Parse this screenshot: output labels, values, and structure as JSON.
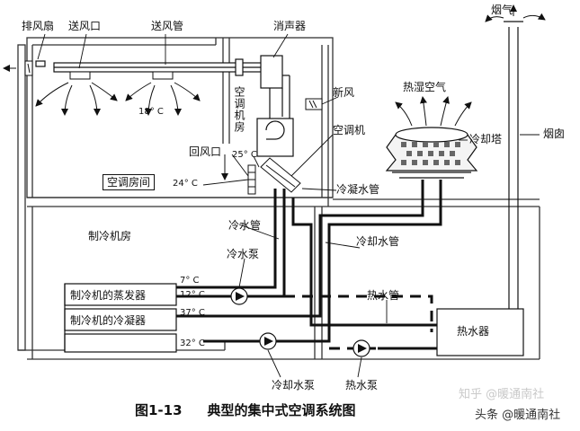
{
  "labels": {
    "exhaust_fan": "排风扇",
    "supply_outlet": "送风口",
    "supply_duct": "送风管",
    "muffler": "消声器",
    "smoke": "烟气",
    "fresh_air": "新风",
    "hot_humid_air": "热湿空气",
    "ac_room_vertical": "空调机房",
    "ac_unit": "空调机",
    "cooling_tower": "冷却塔",
    "chimney": "烟囱",
    "return_outlet": "回风口",
    "ac_room": "空调房间",
    "condensate_pipe": "冷凝水管",
    "chilled_pipe": "冷水管",
    "chiller_room": "制冷机房",
    "cooling_water_pipe": "冷却水管",
    "chilled_pump": "冷水泵",
    "evaporator": "制冷机的蒸发器",
    "condenser": "制冷机的冷凝器",
    "hot_water_pipe": "热水管",
    "water_heater": "热水器",
    "cooling_pump": "冷却水泵",
    "hot_pump": "热水泵"
  },
  "temps": {
    "supply": "18° C",
    "unit_25": "25° C",
    "room_24": "24° C",
    "chilled_7": "7° C",
    "chilled_12": "12° C",
    "cond_37": "37° C",
    "cond_32": "32° C"
  },
  "caption": {
    "fig_no": "图1-13",
    "title": "典型的集中式空调系统图"
  },
  "watermark": {
    "line1": "知乎 @暖通南社",
    "line2": "头条 @暖通南社"
  }
}
